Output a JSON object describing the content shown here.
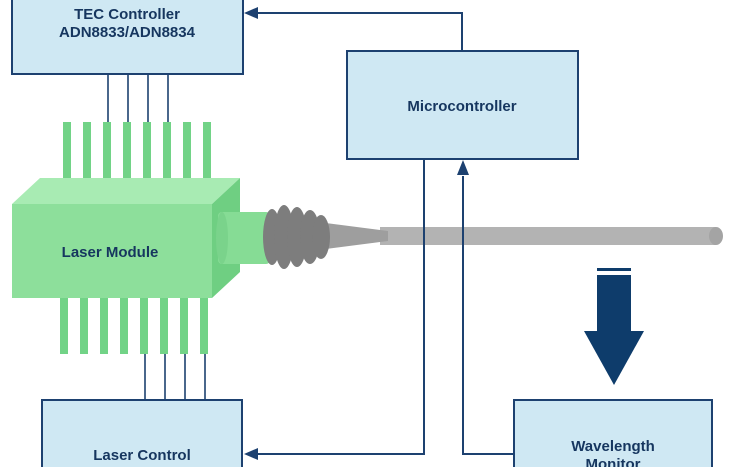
{
  "blocks": {
    "tec_line1": "TEC Controller",
    "tec_line2": "ADN8833/ADN8834",
    "microcontroller": "Microcontroller",
    "laser_module": "Laser Module",
    "laser_control": "Laser Control",
    "wavelength_line1": "Wavelength",
    "wavelength_line2": "Monitor"
  },
  "colors": {
    "block_fill": "#cfe8f3",
    "block_stroke": "#1d4170",
    "line": "#1d4170",
    "module_green": "#8ddf9b",
    "module_green_top": "#a8ebb3",
    "module_green_side": "#6fcf82",
    "pin_green": "#72d387",
    "fiber_gray": "#b3b3b3",
    "connector_gray": "#7d7d7d",
    "arrow_dark": "#0e3c6b"
  },
  "icons": {
    "block_arrow": "down-arrow-icon"
  }
}
